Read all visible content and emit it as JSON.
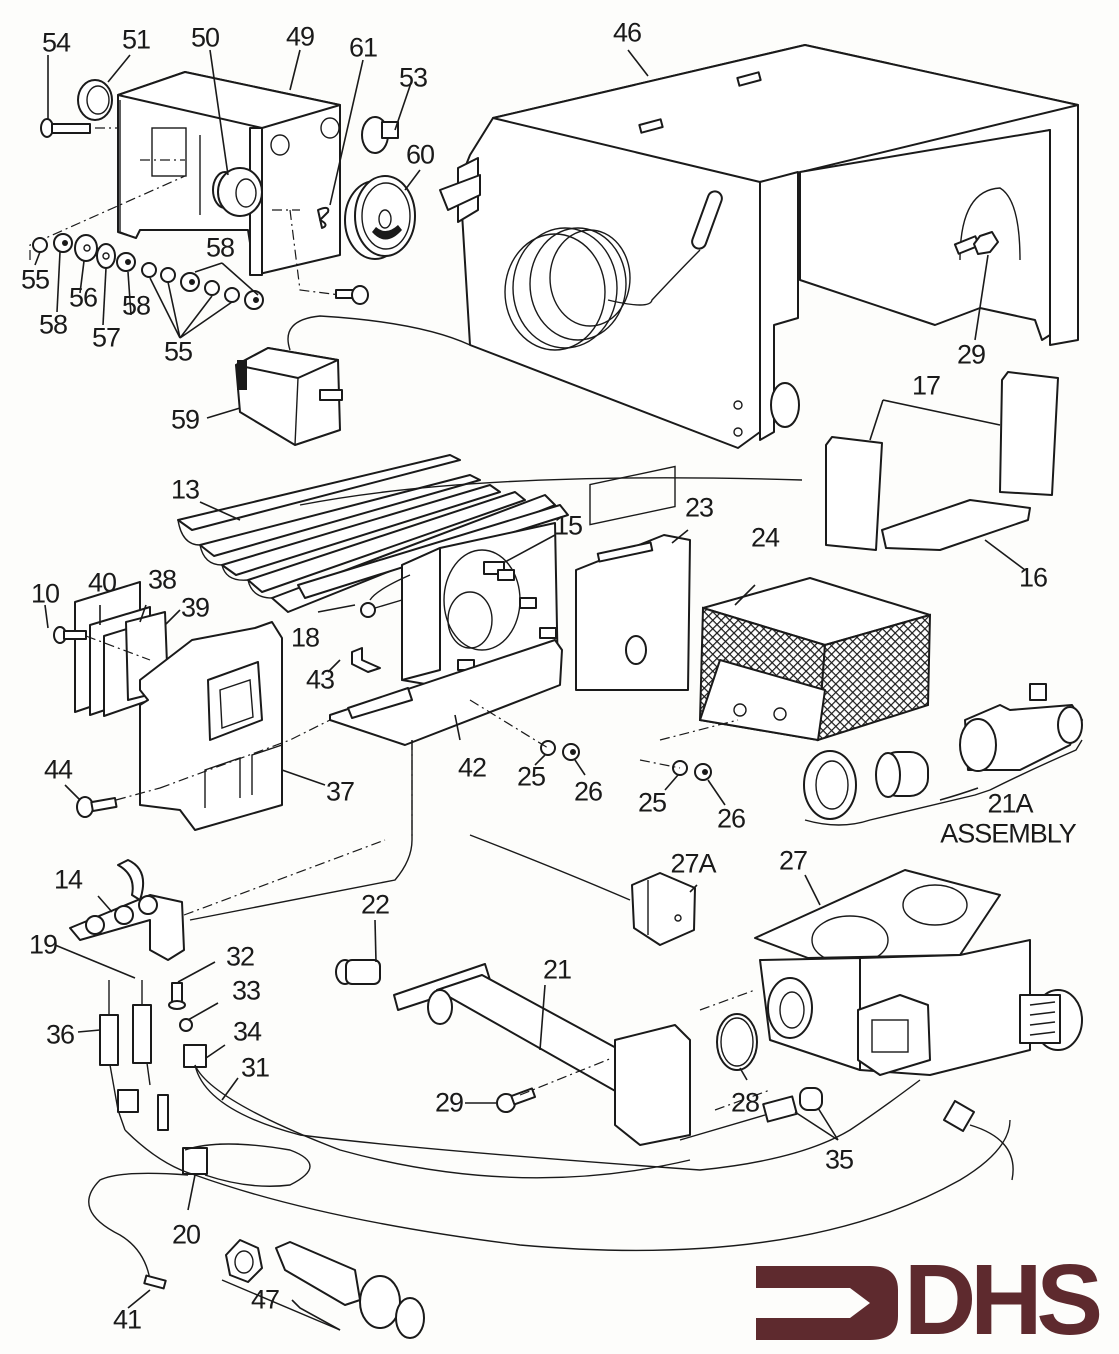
{
  "diagram": {
    "title": "Exploded parts diagram",
    "brand": {
      "name": "DHS",
      "color": "#5e2a2e"
    },
    "assembly_note": {
      "part": "21A",
      "text": "ASSEMBLY"
    },
    "callouts": [
      {
        "id": "54",
        "text": "54"
      },
      {
        "id": "51",
        "text": "51"
      },
      {
        "id": "50",
        "text": "50"
      },
      {
        "id": "49",
        "text": "49"
      },
      {
        "id": "61",
        "text": "61"
      },
      {
        "id": "53",
        "text": "53"
      },
      {
        "id": "60",
        "text": "60"
      },
      {
        "id": "46",
        "text": "46"
      },
      {
        "id": "55a",
        "text": "55"
      },
      {
        "id": "58a",
        "text": "58"
      },
      {
        "id": "56",
        "text": "56"
      },
      {
        "id": "57",
        "text": "57"
      },
      {
        "id": "58b",
        "text": "58"
      },
      {
        "id": "58c",
        "text": "58"
      },
      {
        "id": "55b",
        "text": "55"
      },
      {
        "id": "59",
        "text": "59"
      },
      {
        "id": "29a",
        "text": "29"
      },
      {
        "id": "17",
        "text": "17"
      },
      {
        "id": "16",
        "text": "16"
      },
      {
        "id": "13",
        "text": "13"
      },
      {
        "id": "15",
        "text": "15"
      },
      {
        "id": "23",
        "text": "23"
      },
      {
        "id": "24",
        "text": "24"
      },
      {
        "id": "10",
        "text": "10"
      },
      {
        "id": "40",
        "text": "40"
      },
      {
        "id": "38",
        "text": "38"
      },
      {
        "id": "39",
        "text": "39"
      },
      {
        "id": "18",
        "text": "18"
      },
      {
        "id": "43",
        "text": "43"
      },
      {
        "id": "44",
        "text": "44"
      },
      {
        "id": "37",
        "text": "37"
      },
      {
        "id": "42",
        "text": "42"
      },
      {
        "id": "25a",
        "text": "25"
      },
      {
        "id": "26a",
        "text": "26"
      },
      {
        "id": "25b",
        "text": "25"
      },
      {
        "id": "26b",
        "text": "26"
      },
      {
        "id": "21A",
        "text": "21A"
      },
      {
        "id": "14",
        "text": "14"
      },
      {
        "id": "27A",
        "text": "27A"
      },
      {
        "id": "27",
        "text": "27"
      },
      {
        "id": "22",
        "text": "22"
      },
      {
        "id": "21",
        "text": "21"
      },
      {
        "id": "19",
        "text": "19"
      },
      {
        "id": "32",
        "text": "32"
      },
      {
        "id": "33",
        "text": "33"
      },
      {
        "id": "36",
        "text": "36"
      },
      {
        "id": "34",
        "text": "34"
      },
      {
        "id": "31",
        "text": "31"
      },
      {
        "id": "29b",
        "text": "29"
      },
      {
        "id": "28",
        "text": "28"
      },
      {
        "id": "35",
        "text": "35"
      },
      {
        "id": "20",
        "text": "20"
      },
      {
        "id": "41",
        "text": "41"
      },
      {
        "id": "47",
        "text": "47"
      }
    ],
    "components": {
      "combustion_box": "combustion-chamber-46",
      "control_bracket": "bracket-49",
      "thermostat": "thermostat-59",
      "knob": "knob-60",
      "burner": "burner-13",
      "burner_frame": "burner-frame",
      "access_plate": "access-plate-23",
      "heat_exchanger": "mesh-box-24",
      "refractory_side_left": "refractory-17-left",
      "refractory_side_right": "refractory-17-right",
      "refractory_floor": "refractory-16",
      "view_window": "window-assembly-37",
      "gas_valve": "gas-valve-27",
      "valve_connector": "connector-27A",
      "burner_tube": "burner-tube-21",
      "pilot_bracket": "pilot-bracket-14",
      "igniter": "piezo-igniter-47",
      "fitting_assembly": "fitting-assembly-21A"
    }
  }
}
